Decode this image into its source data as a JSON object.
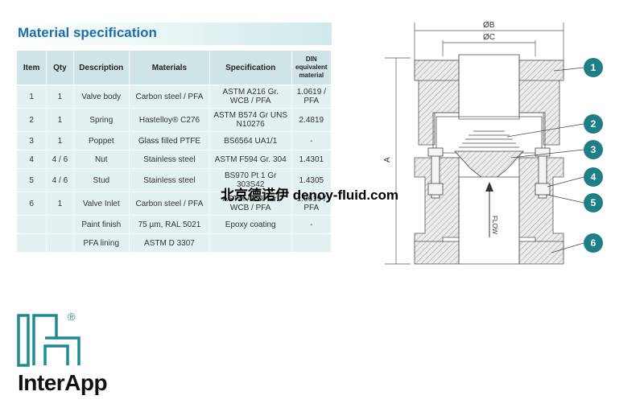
{
  "title": "Material specification",
  "table": {
    "headers": {
      "item": "Item",
      "qty": "Qty",
      "description": "Description",
      "materials": "Materials",
      "specification": "Specification",
      "din": "DIN equivalent material"
    },
    "rows": [
      {
        "item": "1",
        "qty": "1",
        "description": "Valve body",
        "materials": "Carbon steel / PFA",
        "specification": "ASTM A216 Gr. WCB / PFA",
        "din": "1.0619 / PFA"
      },
      {
        "item": "2",
        "qty": "1",
        "description": "Spring",
        "materials": "Hastelloy® C276",
        "specification": "ASTM B574 Gr UNS N10276",
        "din": "2.4819"
      },
      {
        "item": "3",
        "qty": "1",
        "description": "Poppet",
        "materials": "Glass filled PTFE",
        "specification": "BS6564 UA1/1",
        "din": "-"
      },
      {
        "item": "4",
        "qty": "4 / 6",
        "description": "Nut",
        "materials": "Stainless steel",
        "specification": "ASTM F594 Gr. 304",
        "din": "1.4301"
      },
      {
        "item": "5",
        "qty": "4 / 6",
        "description": "Stud",
        "materials": "Stainless steel",
        "specification": "BS970 Pt 1 Gr 303S42",
        "din": "1.4305"
      },
      {
        "item": "6",
        "qty": "1",
        "description": "Valve Inlet",
        "materials": "Carbon steel / PFA",
        "specification": "ASTM A216 Gr. WCB / PFA",
        "din": "1.0619 / PFA"
      },
      {
        "item": "",
        "qty": "",
        "description": "Paint finish",
        "materials": "75 µm, RAL 5021",
        "specification": "Epoxy coating",
        "din": "-"
      },
      {
        "item": "",
        "qty": "",
        "description": "PFA lining",
        "materials": "ASTM D 3307",
        "specification": "",
        "din": ""
      }
    ]
  },
  "watermark": "北京德诺伊 denoy-fluid.com",
  "drawing": {
    "dim_b": "ØB",
    "dim_c": "ØC",
    "dim_a": "A",
    "flow": "FLOW",
    "callouts": [
      "1",
      "2",
      "3",
      "4",
      "5",
      "6"
    ],
    "callout_color": "#1f7f86"
  },
  "logo": {
    "brand": "InterApp",
    "registered": "®",
    "mark_color": "#1f8a8f"
  }
}
